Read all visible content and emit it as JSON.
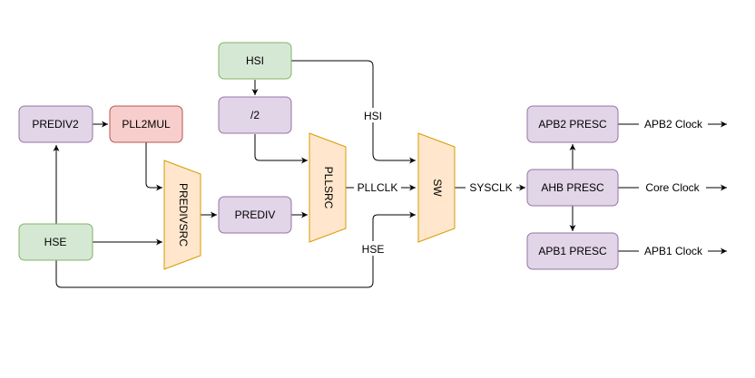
{
  "nodes": {
    "hsi": "HSI",
    "hse": "HSE",
    "prediv2": "PREDIV2",
    "pll2mul": "PLL2MUL",
    "div2": "/2",
    "prediv": "PREDIV",
    "prediv_src": "PREDIVSRC",
    "pll_src": "PLLSRC",
    "sw": "SW",
    "ahb_presc": "AHB PRESC",
    "apb2_presc": "APB2 PRESC",
    "apb1_presc": "APB1 PRESC"
  },
  "edge_labels": {
    "hsi": "HSI",
    "hse": "HSE",
    "pllclk": "PLLCLK",
    "sysclk": "SYSCLK",
    "apb2_clock": "APB2 Clock",
    "core_clock": "Core Clock",
    "apb1_clock": "APB1 Clock"
  },
  "colors": {
    "oscillator_fill": "#d5e8d4",
    "prescaler_fill": "#e1d5e7",
    "multiplier_fill": "#f8cecc",
    "mux_fill": "#ffe6cc"
  }
}
